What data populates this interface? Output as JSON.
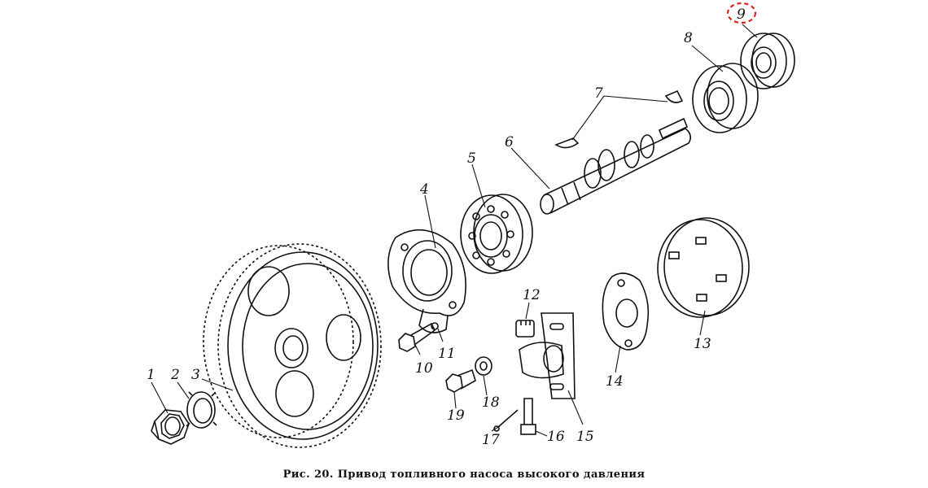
{
  "figure": {
    "caption": "Рис. 20. Привод топливного насоса высокого давления",
    "highlight_color": "#e0221b"
  },
  "labels": {
    "n1": "1",
    "n2": "2",
    "n3": "3",
    "n4": "4",
    "n5": "5",
    "n6": "6",
    "n7": "7",
    "n8": "8",
    "n9": "9",
    "n10": "10",
    "n11": "11",
    "n12": "12",
    "n13": "13",
    "n14": "14",
    "n15": "15",
    "n16": "16",
    "n17": "17",
    "n18": "18",
    "n19": "19"
  }
}
